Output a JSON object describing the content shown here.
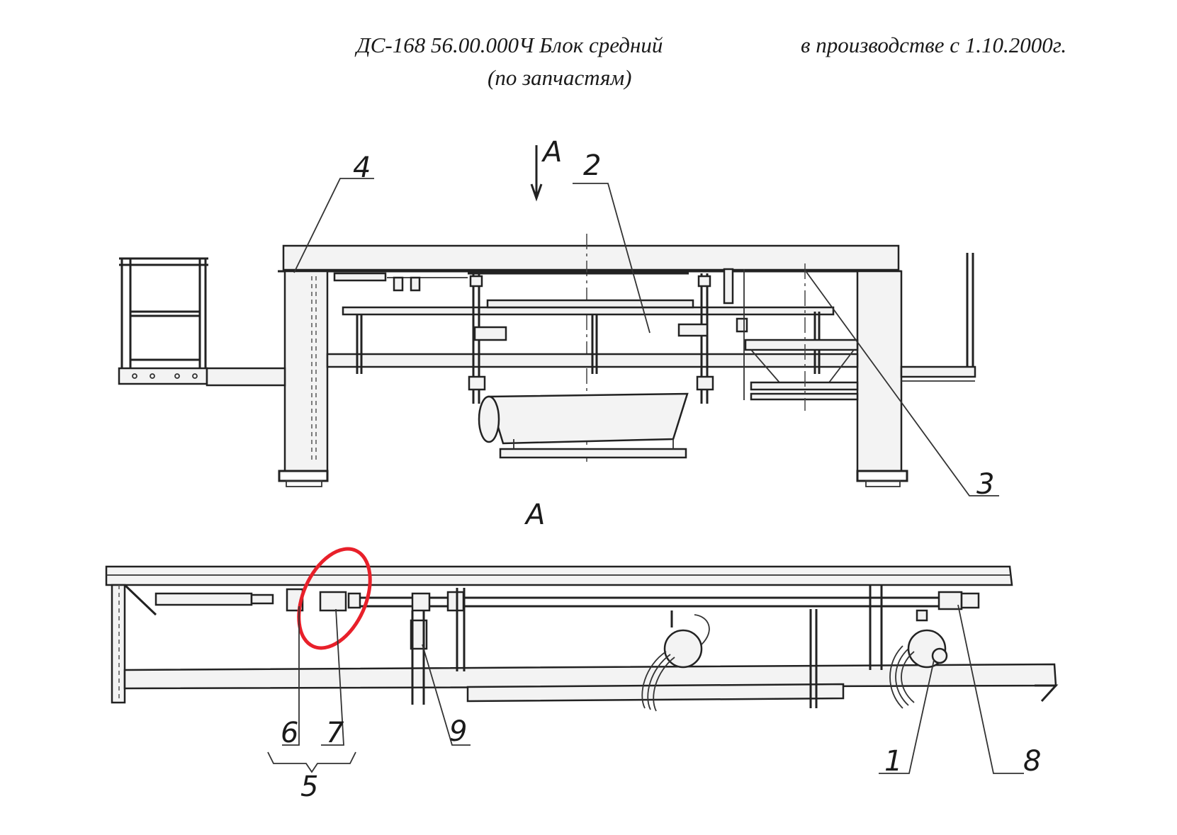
{
  "header": {
    "title": "ДС-168 56.00.000Ч Блок средний",
    "production_note": "в производстве с 1.10.2000г.",
    "subtitle": "(по запчастям)"
  },
  "views": {
    "arrow_view_label": "A",
    "section_view_label": "A"
  },
  "callouts": {
    "c1": "1",
    "c2": "2",
    "c3": "3",
    "c4": "4",
    "c5": "5",
    "c6": "6",
    "c7": "7",
    "c8": "8",
    "c9": "9"
  },
  "highlight": {
    "color": "#e8202a",
    "target": "7"
  }
}
